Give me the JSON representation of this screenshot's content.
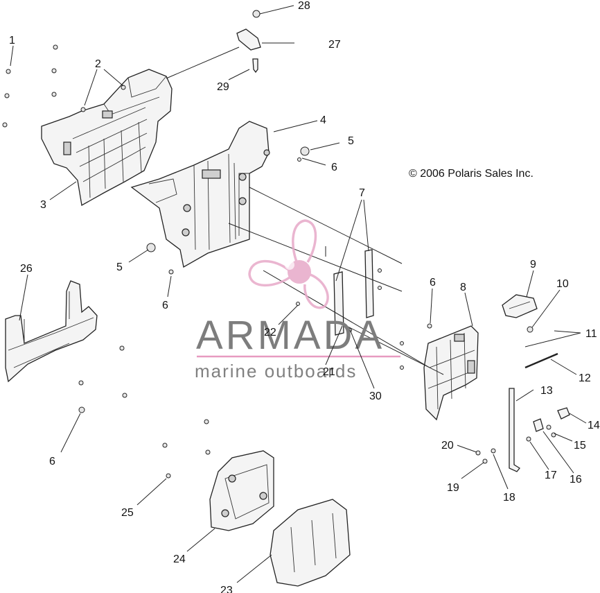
{
  "copyright": "© 2006 Polaris Sales Inc.",
  "watermark": {
    "brand": "ARMADA",
    "tagline": "marine outboards",
    "logo_color": "#e7a9c8",
    "line_color": "#e79bc0"
  },
  "callouts": [
    {
      "id": "c1",
      "label": "1"
    },
    {
      "id": "c2",
      "label": "2"
    },
    {
      "id": "c3",
      "label": "3"
    },
    {
      "id": "c4",
      "label": "4"
    },
    {
      "id": "c5a",
      "label": "5"
    },
    {
      "id": "c5b",
      "label": "5"
    },
    {
      "id": "c6a",
      "label": "6"
    },
    {
      "id": "c6b",
      "label": "6"
    },
    {
      "id": "c6c",
      "label": "6"
    },
    {
      "id": "c6d",
      "label": "6"
    },
    {
      "id": "c7",
      "label": "7"
    },
    {
      "id": "c8",
      "label": "8"
    },
    {
      "id": "c9",
      "label": "9"
    },
    {
      "id": "c10",
      "label": "10"
    },
    {
      "id": "c11",
      "label": "11"
    },
    {
      "id": "c12",
      "label": "12"
    },
    {
      "id": "c13",
      "label": "13"
    },
    {
      "id": "c14",
      "label": "14"
    },
    {
      "id": "c15",
      "label": "15"
    },
    {
      "id": "c16",
      "label": "16"
    },
    {
      "id": "c17",
      "label": "17"
    },
    {
      "id": "c18",
      "label": "18"
    },
    {
      "id": "c19",
      "label": "19"
    },
    {
      "id": "c20",
      "label": "20"
    },
    {
      "id": "c21",
      "label": "21"
    },
    {
      "id": "c22",
      "label": "22"
    },
    {
      "id": "c23",
      "label": "23"
    },
    {
      "id": "c24",
      "label": "24"
    },
    {
      "id": "c25",
      "label": "25"
    },
    {
      "id": "c26",
      "label": "26"
    },
    {
      "id": "c27",
      "label": "27"
    },
    {
      "id": "c28",
      "label": "28"
    },
    {
      "id": "c29",
      "label": "29"
    },
    {
      "id": "c30",
      "label": "30"
    }
  ]
}
